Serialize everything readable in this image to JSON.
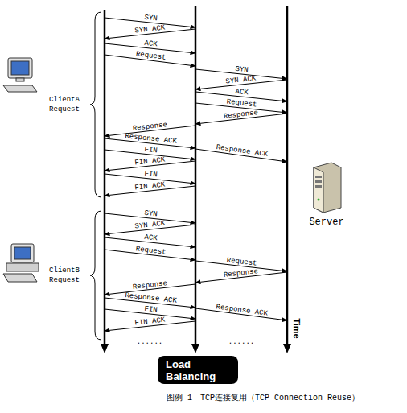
{
  "diagram": {
    "caption": "图例 1　TCP连接复用（TCP Connection Reuse）",
    "nodes": [
      {
        "text": [
          "Server"
        ]
      },
      {
        "text": [
          "Load Balancing"
        ]
      }
    ],
    "labels": [
      "SYN",
      "SYN ACK",
      "ACK",
      "Request",
      "SYN",
      "SYN ACK",
      "ACK",
      "Request",
      "Response",
      "Response",
      "Response ACK",
      "Response ACK",
      "FIN",
      "FIN ACK",
      "FIN",
      "FIN ACK",
      "ClientA Request",
      "SYN",
      "SYN ACK",
      "ACK",
      "Request",
      "Request",
      "Response",
      "Response",
      "Response ACK",
      "Response ACK",
      "FIN",
      "FIN ACK",
      "ClientB Request",
      "......",
      "......",
      "Time"
    ]
  }
}
